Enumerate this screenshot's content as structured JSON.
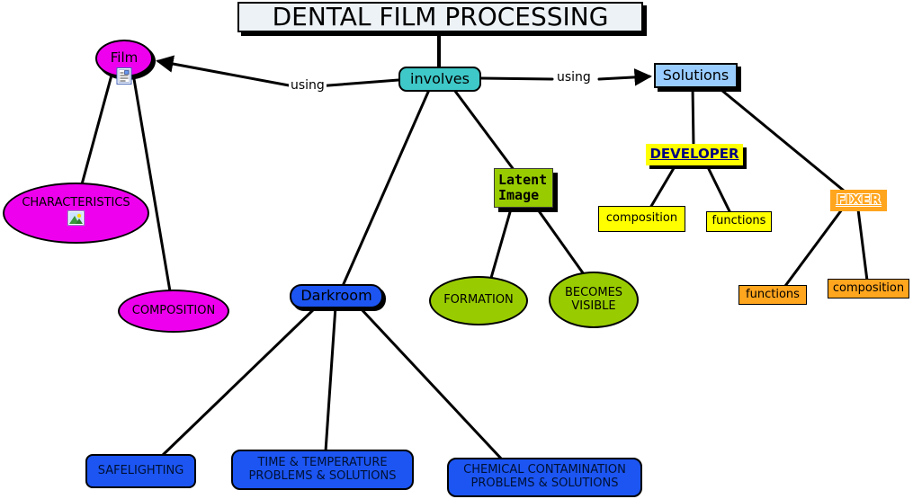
{
  "title": "DENTAL FILM PROCESSING",
  "nodes": {
    "film": {
      "label": "Film"
    },
    "involves": {
      "label": "involves"
    },
    "solutions": {
      "label": "Solutions"
    },
    "latent_image": {
      "label": "Latent\nImage"
    },
    "developer": {
      "label": "DEVELOPER"
    },
    "fixer": {
      "label": "FIXER"
    },
    "developer_composition": {
      "label": "composition"
    },
    "developer_functions": {
      "label": "functions"
    },
    "fixer_functions": {
      "label": "functions"
    },
    "fixer_composition": {
      "label": "composition"
    },
    "characteristics": {
      "label": "CHARACTERISTICS"
    },
    "film_composition": {
      "label": "COMPOSITION"
    },
    "darkroom": {
      "label": "Darkroom"
    },
    "formation": {
      "label": "FORMATION"
    },
    "becomes_visible": {
      "label": "BECOMES\nVISIBLE"
    },
    "safelighting": {
      "label": "SAFELIGHTING"
    },
    "time_temperature": {
      "label": "TIME & TEMPERATURE\nPROBLEMS & SOLUTIONS"
    },
    "chemical_contamination": {
      "label": "CHEMICAL CONTAMINATION\nPROBLEMS & SOLUTIONS"
    }
  },
  "link_labels": {
    "using_left": "using",
    "using_right": "using"
  },
  "icons": {
    "film_icon": "document-icon",
    "characteristics_icon": "image-icon"
  },
  "colors": {
    "magenta": "#EE00EE",
    "teal": "#3FC8C8",
    "light_blue": "#99CCFF",
    "green": "#99CC00",
    "yellow": "#FFFF00",
    "orange": "#FFA51E",
    "blue": "#1C55F2",
    "title_bg": "#EDF2F7",
    "developer_text": "#000080",
    "line": "#000000"
  }
}
